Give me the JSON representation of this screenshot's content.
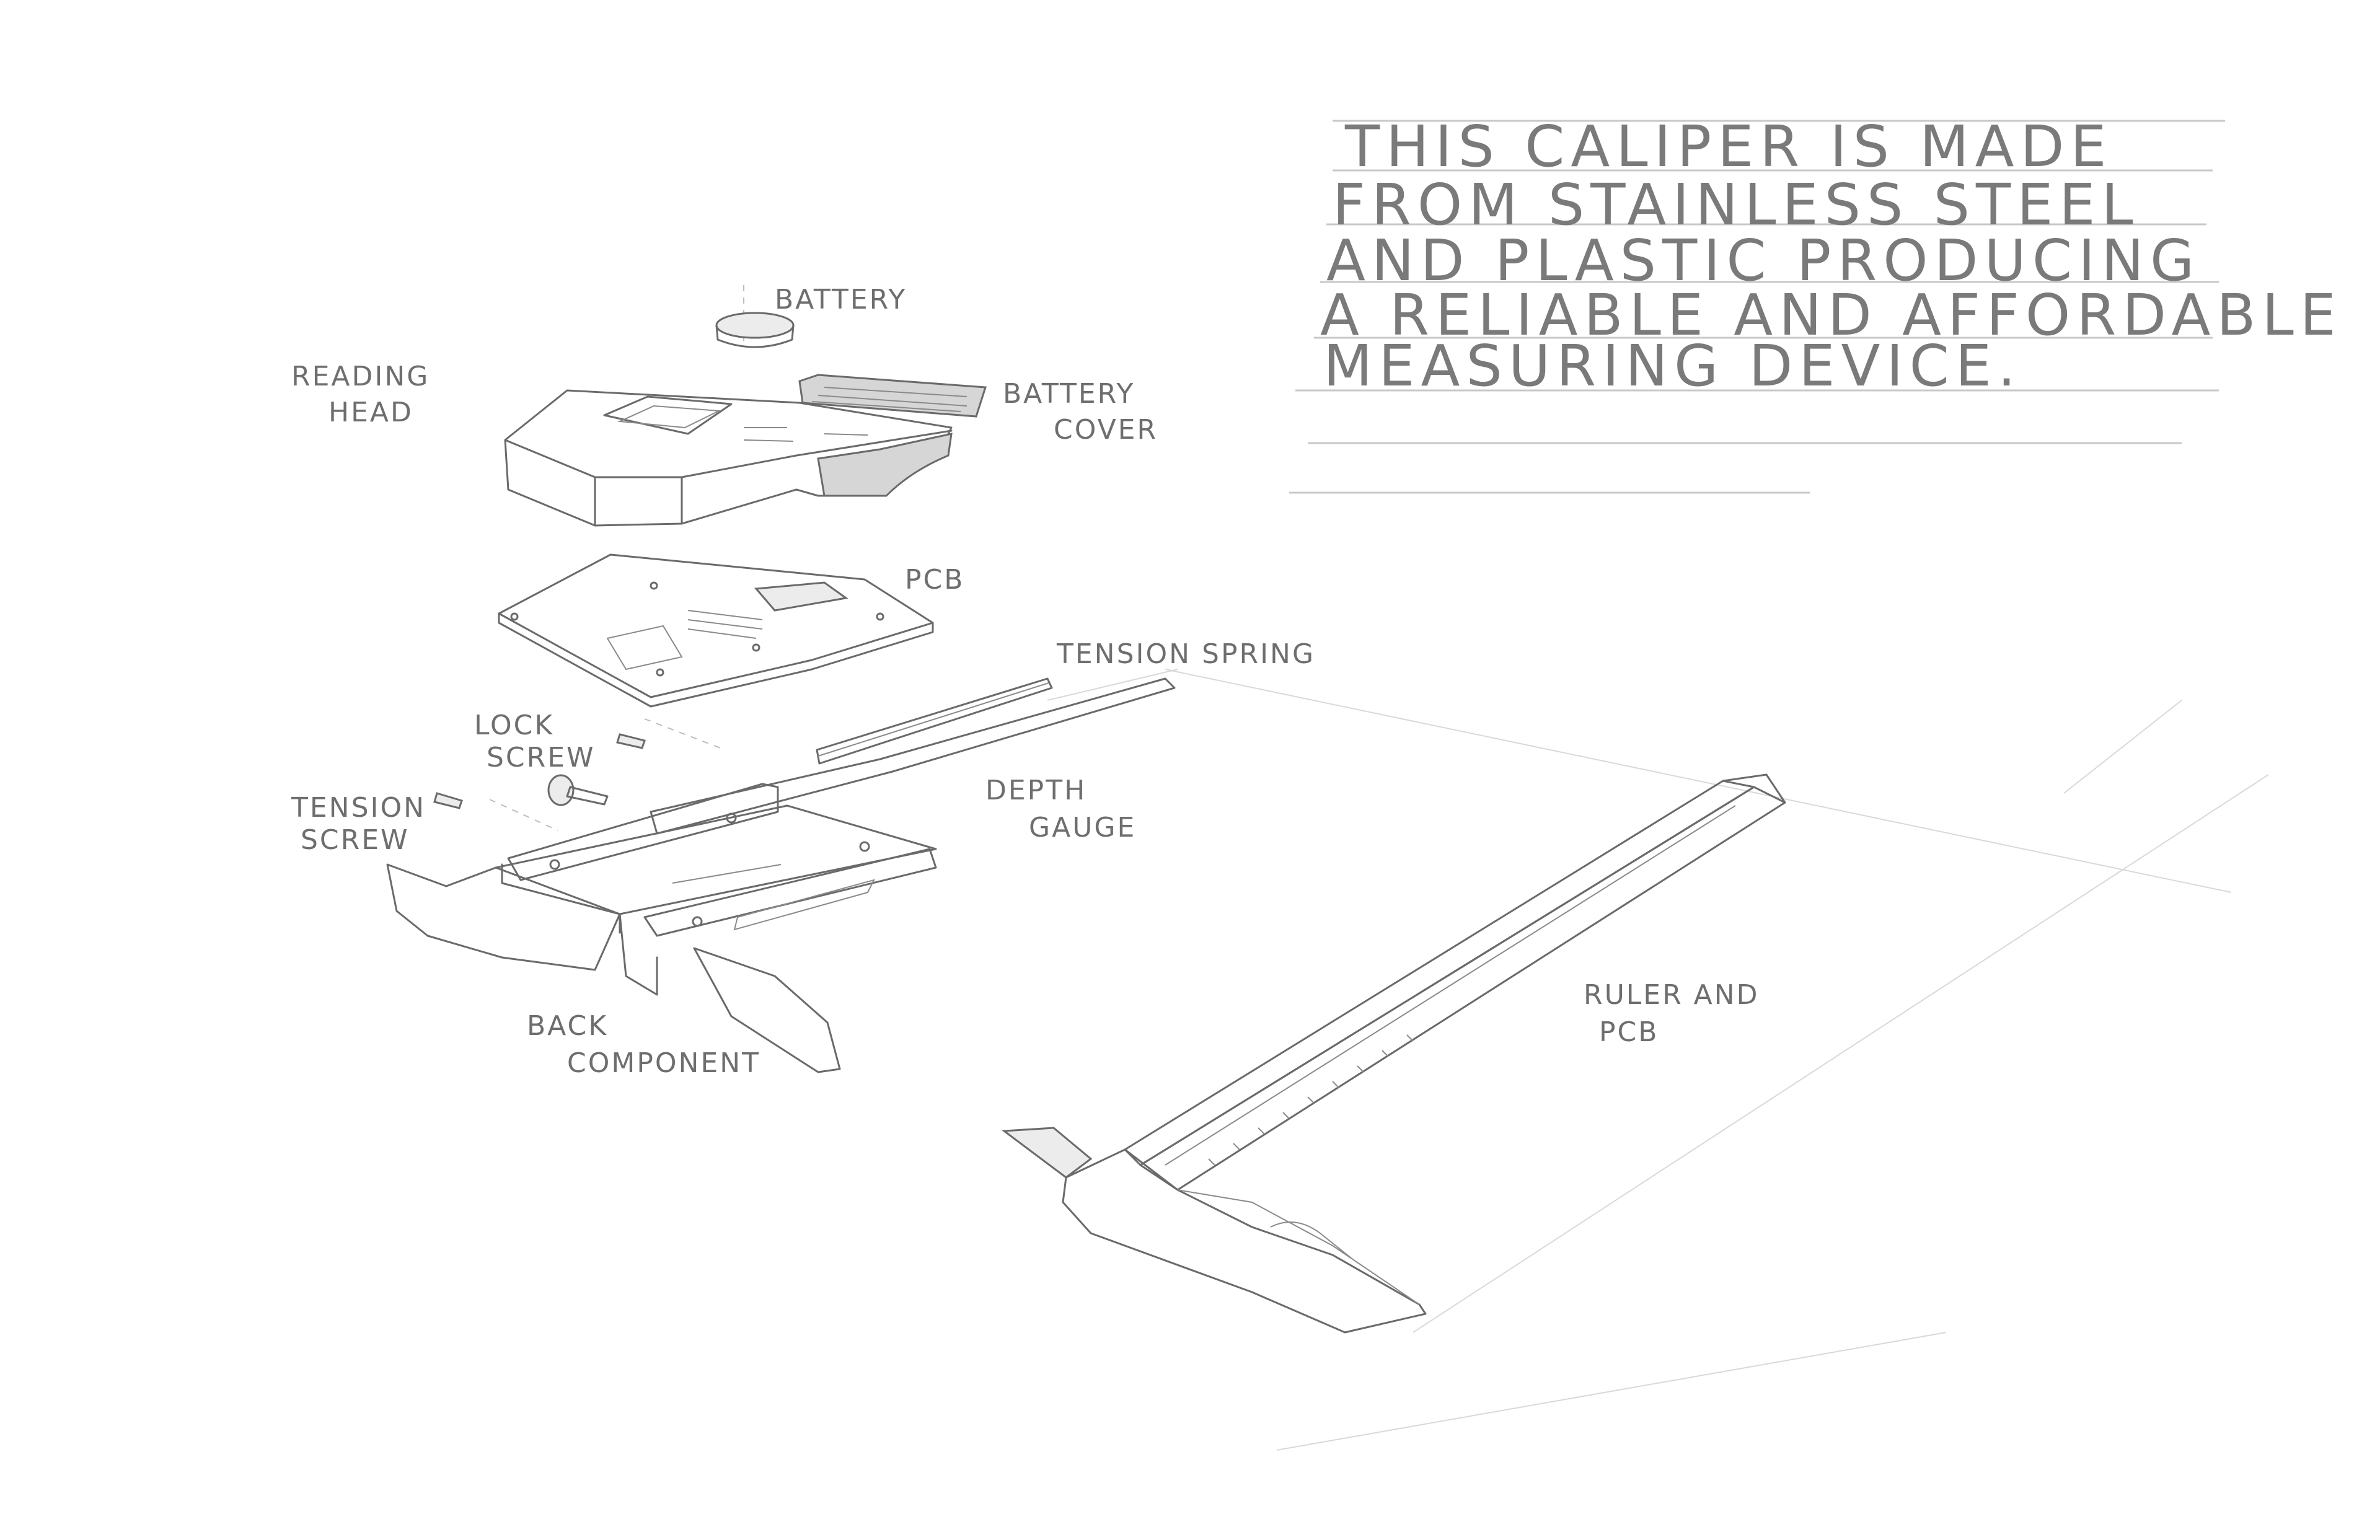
{
  "description_lines": [
    "THIS CALIPER  IS MADE",
    "FROM STAINLESS STEEL",
    "AND PLASTIC PRODUCING",
    "A RELIABLE AND AFFORDABLE",
    "MEASURING DEVICE."
  ],
  "labels": {
    "battery": "BATTERY",
    "reading_head_1": "READING",
    "reading_head_2": "HEAD",
    "battery_cover_1": "BATTERY",
    "battery_cover_2": "COVER",
    "pcb": "PCB",
    "tension_spring": "TENSION SPRING",
    "lock_screw_1": "LOCK",
    "lock_screw_2": "SCREW",
    "tension_screw_1": "TENSION",
    "tension_screw_2": "SCREW",
    "depth_gauge_1": "DEPTH",
    "depth_gauge_2": "GAUGE",
    "back_component_1": "BACK",
    "back_component_2": "COMPONENT",
    "ruler_pcb_1": "RULER  AND",
    "ruler_pcb_2": "PCB"
  },
  "colors": {
    "pencil": "#6a6a6a",
    "paper": "#ffffff"
  }
}
